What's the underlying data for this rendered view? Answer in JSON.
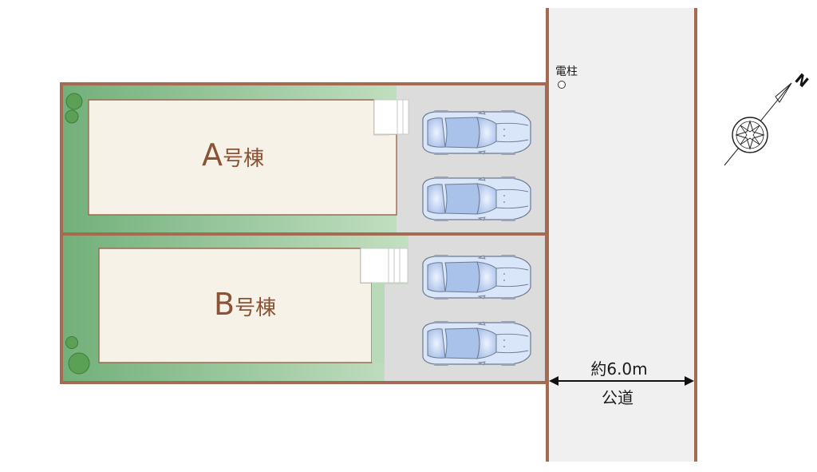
{
  "buildings": {
    "a": {
      "letter": "A",
      "suffix": "号棟"
    },
    "b": {
      "letter": "B",
      "suffix": "号棟"
    }
  },
  "road": {
    "pole_label": "電柱",
    "width_label": "約6.0m",
    "name": "公道"
  },
  "compass": {
    "north_label": "N"
  },
  "colors": {
    "boundary": "#a56a51",
    "road_fill": "#f0f0f0",
    "garden_dark": "#72b07a",
    "garden_light": "#b9dab9",
    "house_fill": "#f6f2e8",
    "house_edge": "#9a6a52",
    "parking": "#dcdcdc",
    "building_text": "#8a5335",
    "tree": "#5aa055",
    "car_body": "#d6e3f8",
    "car_glass": "#a6bfe8"
  }
}
